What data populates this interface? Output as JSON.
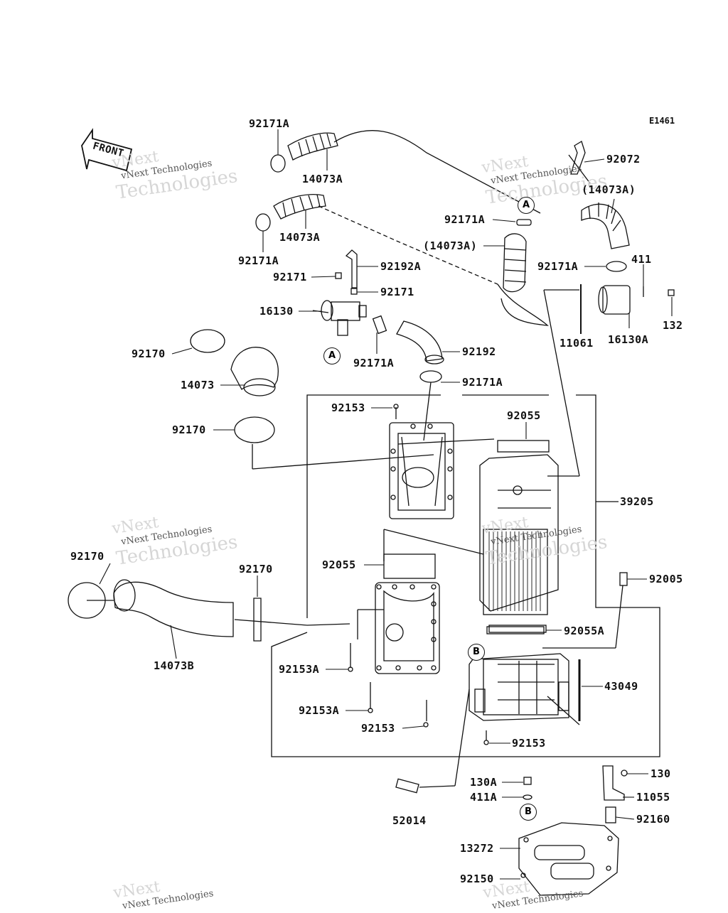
{
  "diagram": {
    "code": "E1461",
    "front_label": "FRONT",
    "watermark": {
      "line1": "vNext",
      "line2": "vNext Technologies",
      "line3": "Technologies"
    },
    "ref_markers": [
      "A",
      "A",
      "B",
      "B"
    ],
    "labels": [
      "92171A",
      "14073A",
      "14073A",
      "92171A",
      "92171",
      "92192A",
      "92171",
      "16130",
      "92171A",
      "92192",
      "92171A",
      "92170",
      "14073",
      "92170",
      "92072",
      "(14073A)",
      "92171A",
      "(14073A)",
      "92171A",
      "411",
      "11061",
      "16130A",
      "132",
      "92153",
      "92055",
      "39205",
      "92055",
      "92170",
      "92170",
      "14073B",
      "92005",
      "92055A",
      "92153A",
      "92153A",
      "43049",
      "92153",
      "92153",
      "130A",
      "130",
      "411A",
      "11055",
      "52014",
      "92160",
      "13272",
      "92150"
    ]
  }
}
